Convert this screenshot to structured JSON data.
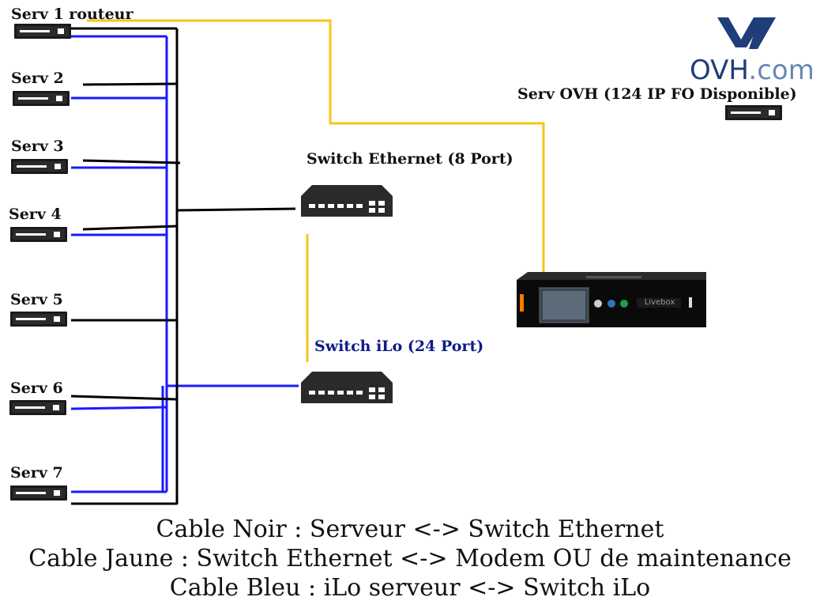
{
  "servers": [
    {
      "label": "Serv 1 routeur"
    },
    {
      "label": "Serv 2"
    },
    {
      "label": "Serv 3"
    },
    {
      "label": "Serv 4"
    },
    {
      "label": "Serv 5"
    },
    {
      "label": "Serv 6"
    },
    {
      "label": "Serv 7"
    }
  ],
  "switch_ethernet": {
    "label": "Switch Ethernet (8 Port)"
  },
  "switch_ilo": {
    "label": "Switch iLo (24 Port)"
  },
  "ovh": {
    "logo_main": "OVH",
    "logo_suffix": ".com",
    "server_label": "Serv OVH (124 IP FO Disponible)"
  },
  "modem": {
    "brand": "Livebox"
  },
  "legend": [
    "Cable Noir : Serveur <-> Switch Ethernet",
    "Cable Jaune : Switch Ethernet <-> Modem OU de maintenance",
    "Cable Bleu : iLo serveur <-> Switch iLo"
  ],
  "colors": {
    "black_cable": "#000000",
    "yellow_cable": "#f5c518",
    "blue_cable": "#1a1aff",
    "label_blue": "#0d1b8a",
    "ovh_blue": "#1f3d7a",
    "modem_accent": "#ff7900"
  }
}
